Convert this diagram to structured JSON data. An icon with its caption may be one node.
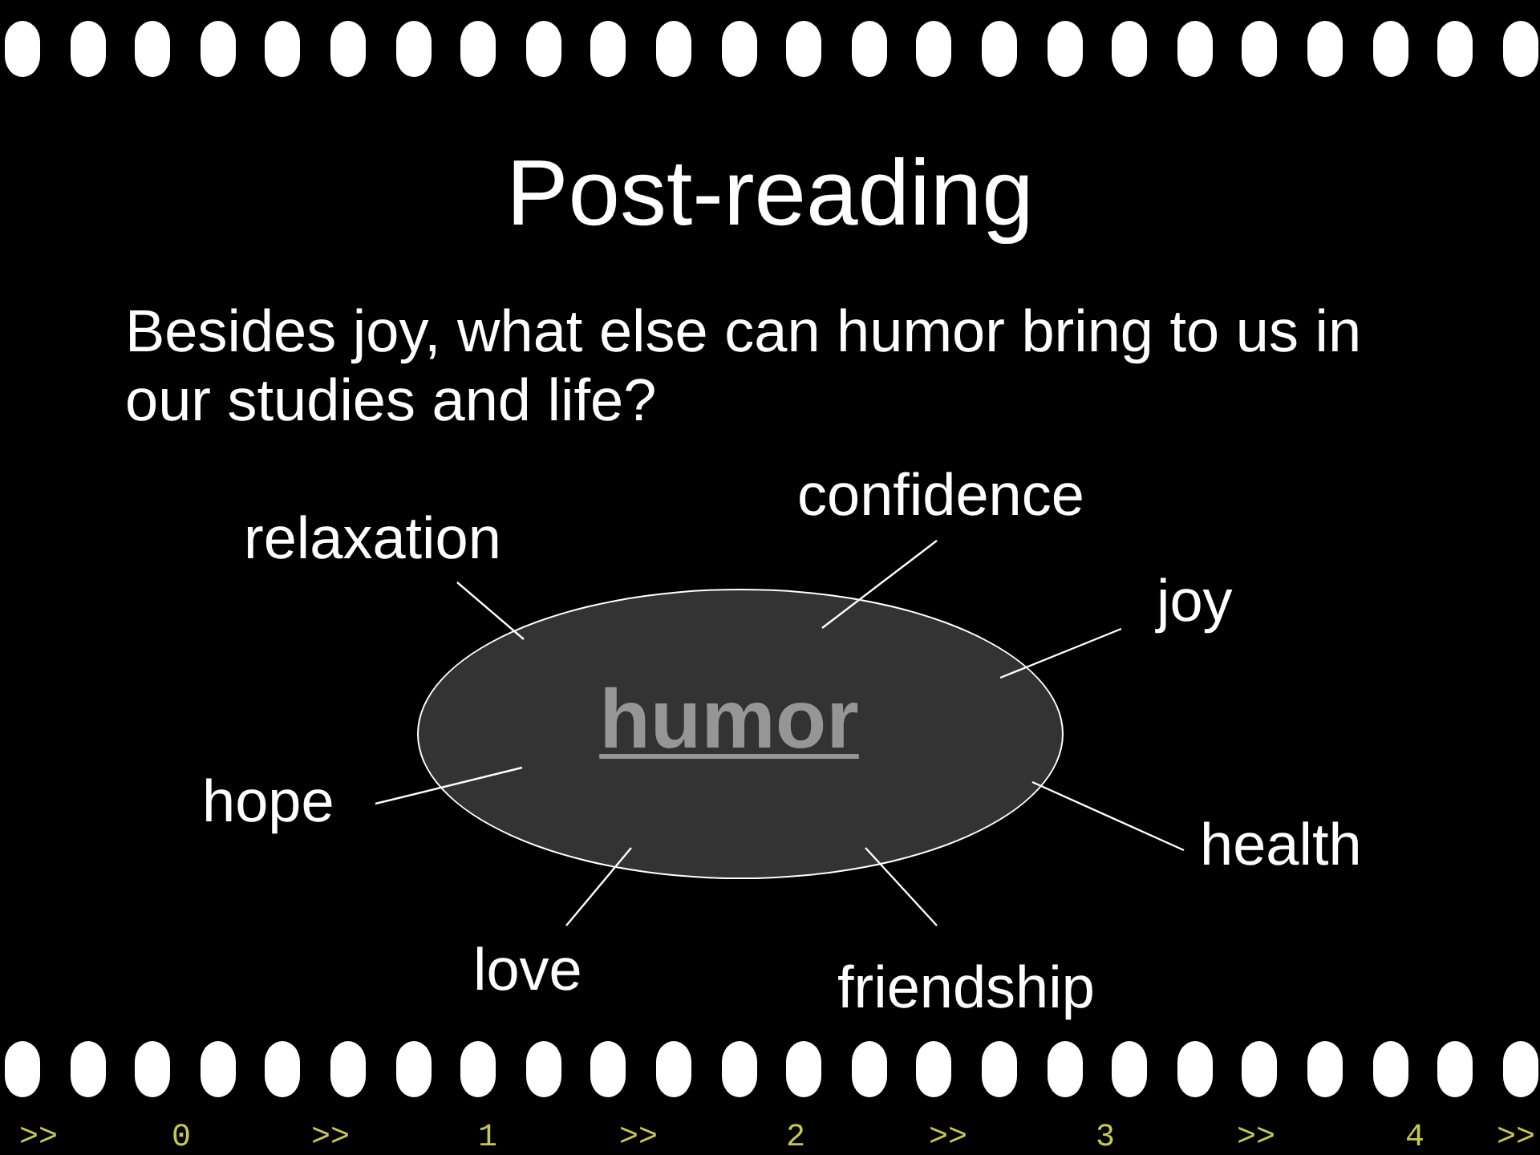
{
  "diagram": {
    "title": "Post-reading",
    "nodes": [
      {
        "text": [
          "confidence"
        ]
      },
      {
        "text": [
          "relaxation"
        ]
      },
      {
        "text": [
          "joy"
        ]
      },
      {
        "text": [
          "humor"
        ]
      },
      {
        "text": [
          "hope"
        ]
      },
      {
        "text": [
          "health"
        ]
      },
      {
        "text": [
          "love"
        ]
      },
      {
        "text": [
          "friendship"
        ]
      }
    ],
    "edges": [
      {
        "from": 0,
        "to": 3,
        "arrow": "none"
      },
      {
        "from": 1,
        "to": 3,
        "arrow": "none"
      },
      {
        "from": 2,
        "to": 3,
        "arrow": "none"
      },
      {
        "from": 4,
        "to": 3,
        "arrow": "none"
      },
      {
        "from": 5,
        "to": 3,
        "arrow": "none"
      },
      {
        "from": 6,
        "to": 3,
        "arrow": "none"
      },
      {
        "from": 7,
        "to": 3,
        "arrow": "none"
      }
    ],
    "labels": [
      "Besides joy, what else can humor bring to us in our studies and life?",
      ">>",
      "0",
      ">>",
      "1",
      ">>",
      "2",
      ">>",
      "3",
      ">>",
      "4",
      ">>"
    ]
  }
}
